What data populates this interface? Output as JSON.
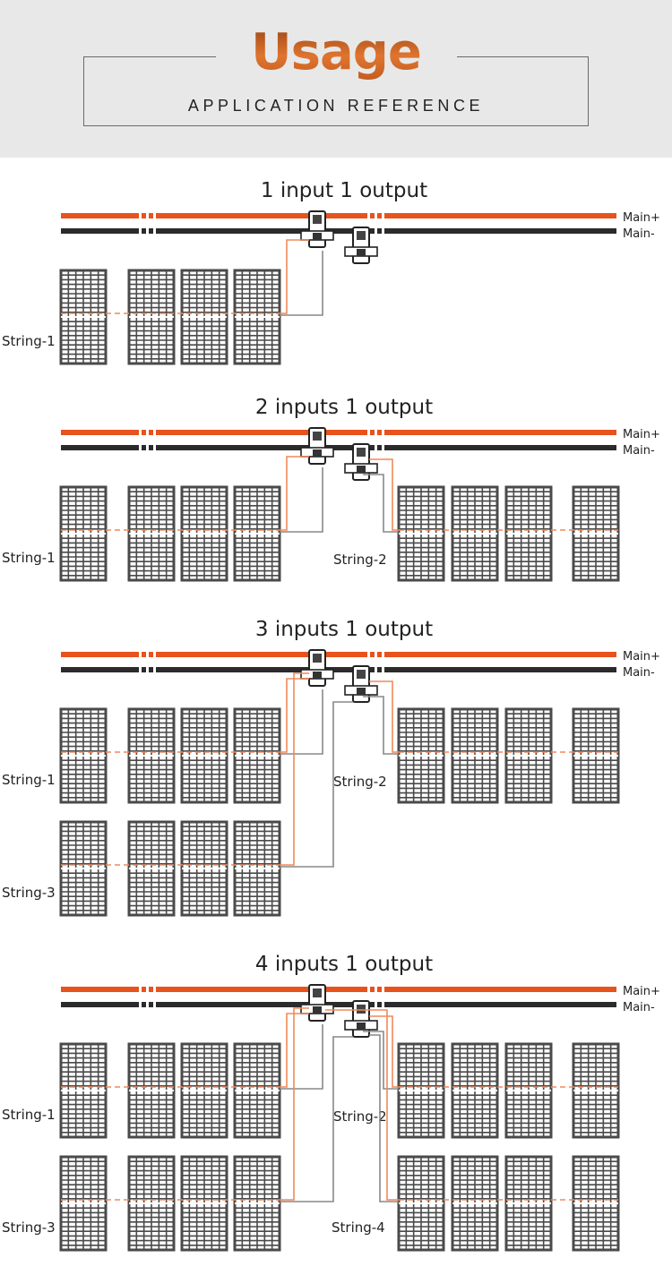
{
  "header": {
    "title": "Usage",
    "subtitle": "APPLICATION REFERENCE",
    "accent_color": "#d8641f"
  },
  "colors": {
    "positive_bus": "#e8521c",
    "negative_bus": "#2b2b2b",
    "panel_frame": "#4a4a4a",
    "positive_wire": "#f08a5a",
    "negative_wire": "#888888"
  },
  "bus_labels": {
    "positive": "Main+",
    "negative": "Main-"
  },
  "sections": [
    {
      "title": "1 input 1 output",
      "strings": [
        "String-1"
      ]
    },
    {
      "title": "2 inputs 1 output",
      "strings": [
        "String-1",
        "String-2"
      ]
    },
    {
      "title": "3 inputs 1 output",
      "strings": [
        "String-1",
        "String-2",
        "String-3"
      ]
    },
    {
      "title": "4 inputs 1 output",
      "strings": [
        "String-1",
        "String-2",
        "String-3",
        "String-4"
      ]
    }
  ]
}
